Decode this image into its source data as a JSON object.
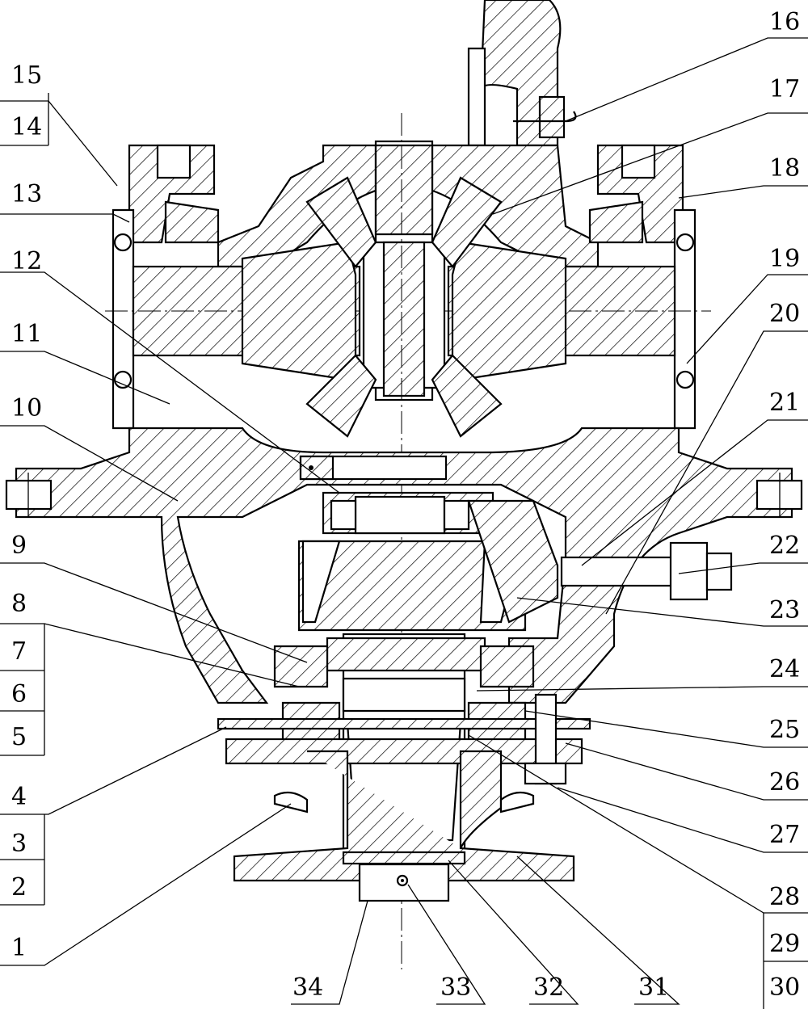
{
  "callouts_left": [
    "15",
    "14",
    "13",
    "12",
    "11",
    "10",
    "9",
    "8",
    "7",
    "6",
    "5",
    "4",
    "3",
    "2",
    "1"
  ],
  "callouts_right": [
    "16",
    "17",
    "18",
    "19",
    "20",
    "21",
    "22",
    "23",
    "24",
    "25",
    "26",
    "27",
    "28",
    "29",
    "30"
  ],
  "callouts_bottom": [
    "34",
    "33",
    "32",
    "31"
  ]
}
